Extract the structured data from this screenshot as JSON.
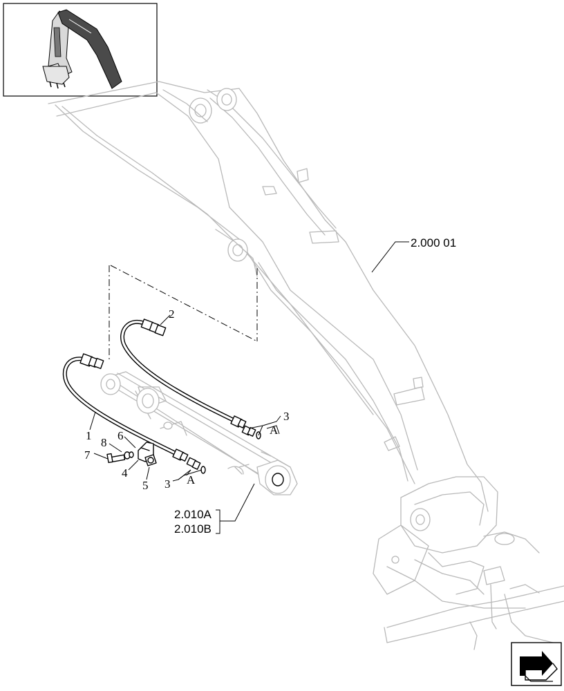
{
  "callouts": {
    "item1": "1",
    "item2": "2",
    "item3_top": "3",
    "item3_bottom": "3",
    "item4": "4",
    "item5": "5",
    "item6": "6",
    "item7": "7",
    "item8": "8",
    "detail_a_top": "A",
    "detail_a_bottom": "A"
  },
  "references": {
    "boom": "2.000 01",
    "cylinder_a": "2.010A",
    "cylinder_b": "2.010B"
  },
  "icons": {
    "thumbnail": "excavator-boom-thumbnail",
    "navigation": "return-arrow-icon"
  }
}
